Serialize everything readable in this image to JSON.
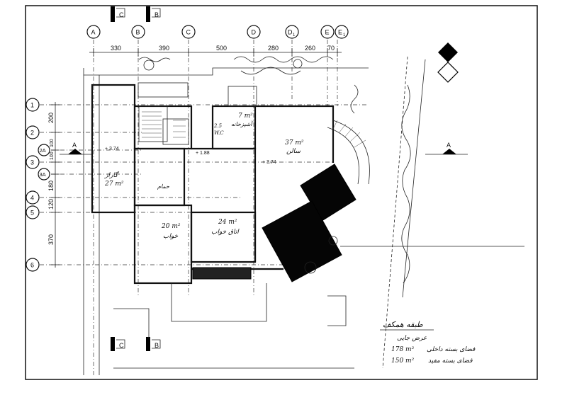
{
  "grid_columns": [
    {
      "id": "A",
      "sub": ""
    },
    {
      "id": "B",
      "sub": ""
    },
    {
      "id": "C",
      "sub": ""
    },
    {
      "id": "D",
      "sub": ""
    },
    {
      "id": "D",
      "sub": "1"
    },
    {
      "id": "E",
      "sub": ""
    },
    {
      "id": "E",
      "sub": "1"
    }
  ],
  "grid_rows": [
    {
      "id": "1"
    },
    {
      "id": "2"
    },
    {
      "id": "2A"
    },
    {
      "id": "3"
    },
    {
      "id": "3A"
    },
    {
      "id": "4"
    },
    {
      "id": "5"
    },
    {
      "id": "6"
    }
  ],
  "column_dimensions": [
    "330",
    "390",
    "500",
    "280",
    "260",
    "70"
  ],
  "row_dimensions": [
    "200",
    "100",
    "100",
    "180",
    "120",
    "370"
  ],
  "section_markers": {
    "top_left": "C",
    "top_right": "B",
    "bottom_left": "C",
    "bottom_right": "B",
    "side_left": "A",
    "side_right": "A"
  },
  "rooms": [
    {
      "area": "37 m²",
      "name": "سالن"
    },
    {
      "area": "27 m²",
      "name": "گاراژ"
    },
    {
      "area": "24 m²",
      "name": "اتاق خواب"
    },
    {
      "area": "20 m²",
      "name": "خواب"
    },
    {
      "area": "7 m²",
      "name": "آشپزخانه"
    },
    {
      "area": "2.5",
      "name": "W.C"
    },
    {
      "area": "",
      "name": "حمام"
    }
  ],
  "levels": [
    "+ 3.74",
    "+ 3.74",
    "+ 1.88"
  ],
  "title_block": {
    "title": "طبقه همکف",
    "subtitle": "عرض جایی",
    "line1_label": "فضای بسته داخلی",
    "line1_value": "178 m²",
    "line2_label": "فضای بسته مفید",
    "line2_value": "150 m²"
  }
}
